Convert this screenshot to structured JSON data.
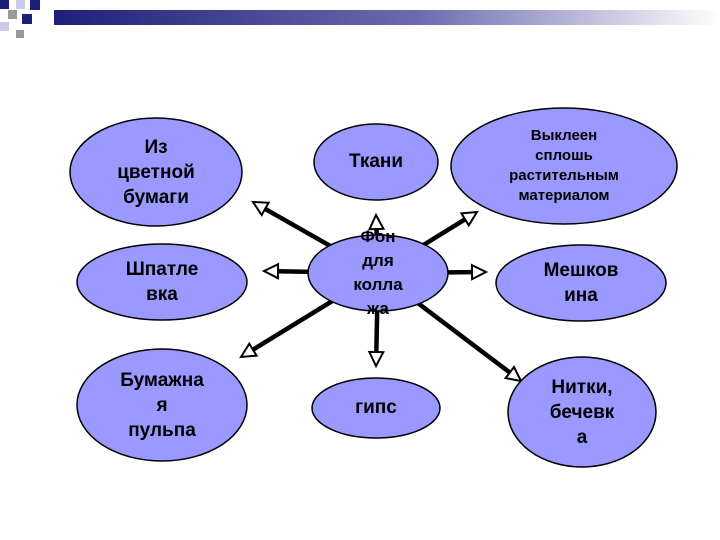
{
  "colors": {
    "node_fill": "#9999ff",
    "node_stroke": "#000000",
    "arrow": "#000000",
    "arrowhead_fill": "#ffffff",
    "deco_navy": "#1f1f7a",
    "deco_light": "#c9c9e8",
    "deco_gray": "#9a9a9a"
  },
  "diagram": {
    "center": {
      "label": "Фон\nдля\nколла\nжа"
    },
    "nodes": [
      {
        "id": "tsvetnaya-bumaga",
        "label": "Из\nцветной\nбумаги"
      },
      {
        "id": "tkani",
        "label": "Ткани"
      },
      {
        "id": "vykleen",
        "label": "Выклеен\nсплошь\nрастительным\nматериалом"
      },
      {
        "id": "shpatlevka",
        "label": "Шпатле\nвка"
      },
      {
        "id": "meshkovina",
        "label": "Мешков\nина"
      },
      {
        "id": "bumazhnaya-pulpa",
        "label": "Бумажна\nя\nпульпа"
      },
      {
        "id": "gips",
        "label": "гипс"
      },
      {
        "id": "nitki",
        "label": "Нитки,\nбечевк\nа"
      }
    ]
  }
}
